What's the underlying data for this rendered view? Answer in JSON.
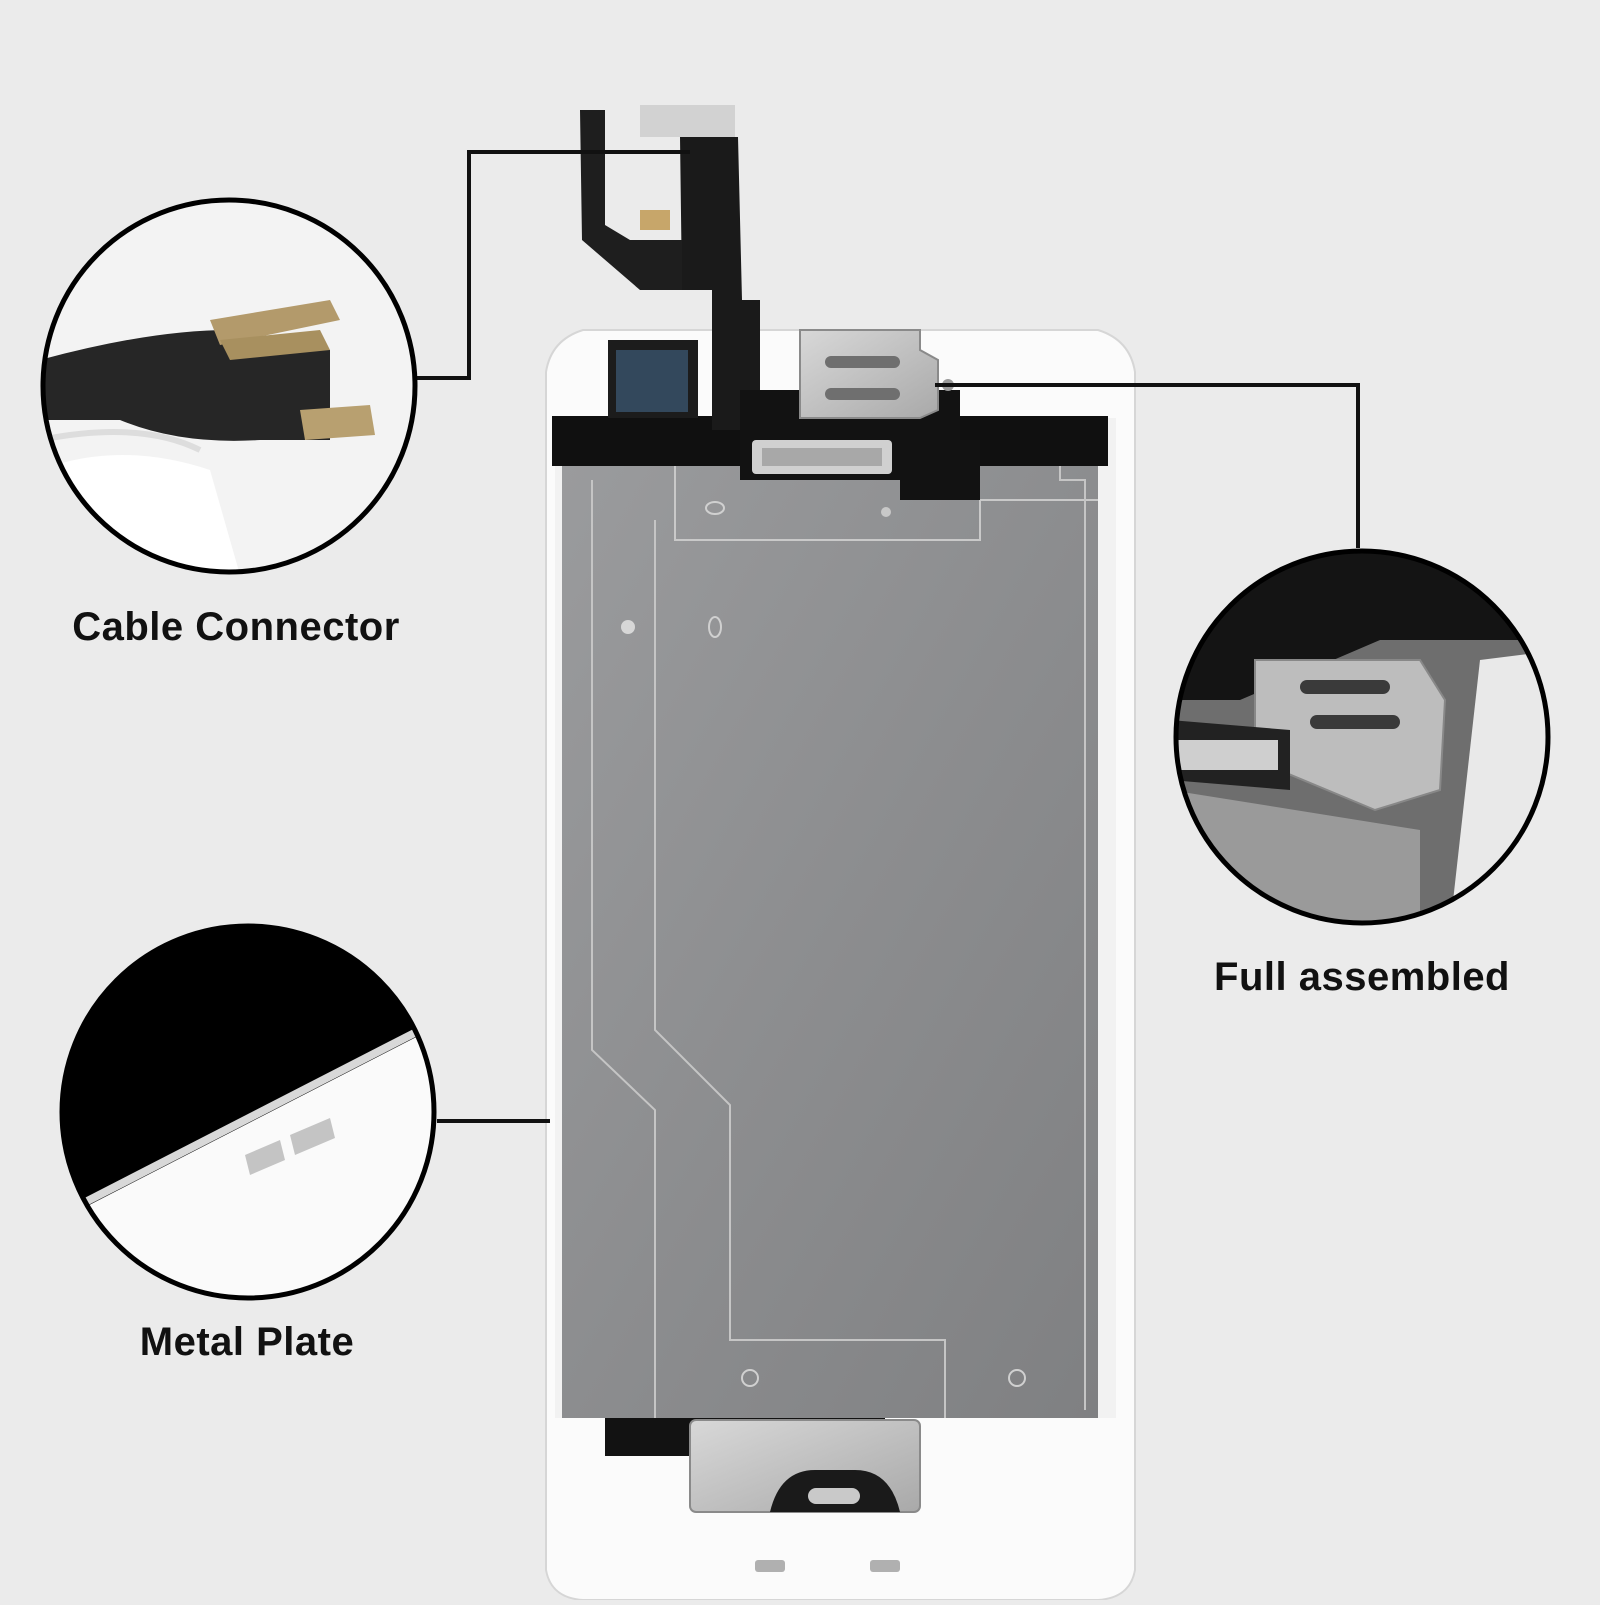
{
  "labels": {
    "cable_connector": "Cable Connector",
    "full_assembled": "Full assembled",
    "metal_plate": "Metal Plate"
  },
  "colors": {
    "background": "#ebebeb",
    "frame_white": "#ffffff",
    "metal_plate": "#8f9092",
    "flex_cable": "#1a1a1a",
    "callout_line": "#111111"
  },
  "icons": [
    "screen-assembly-image",
    "cable-connector-zoom-image",
    "full-assembled-zoom-image",
    "metal-plate-zoom-image"
  ]
}
